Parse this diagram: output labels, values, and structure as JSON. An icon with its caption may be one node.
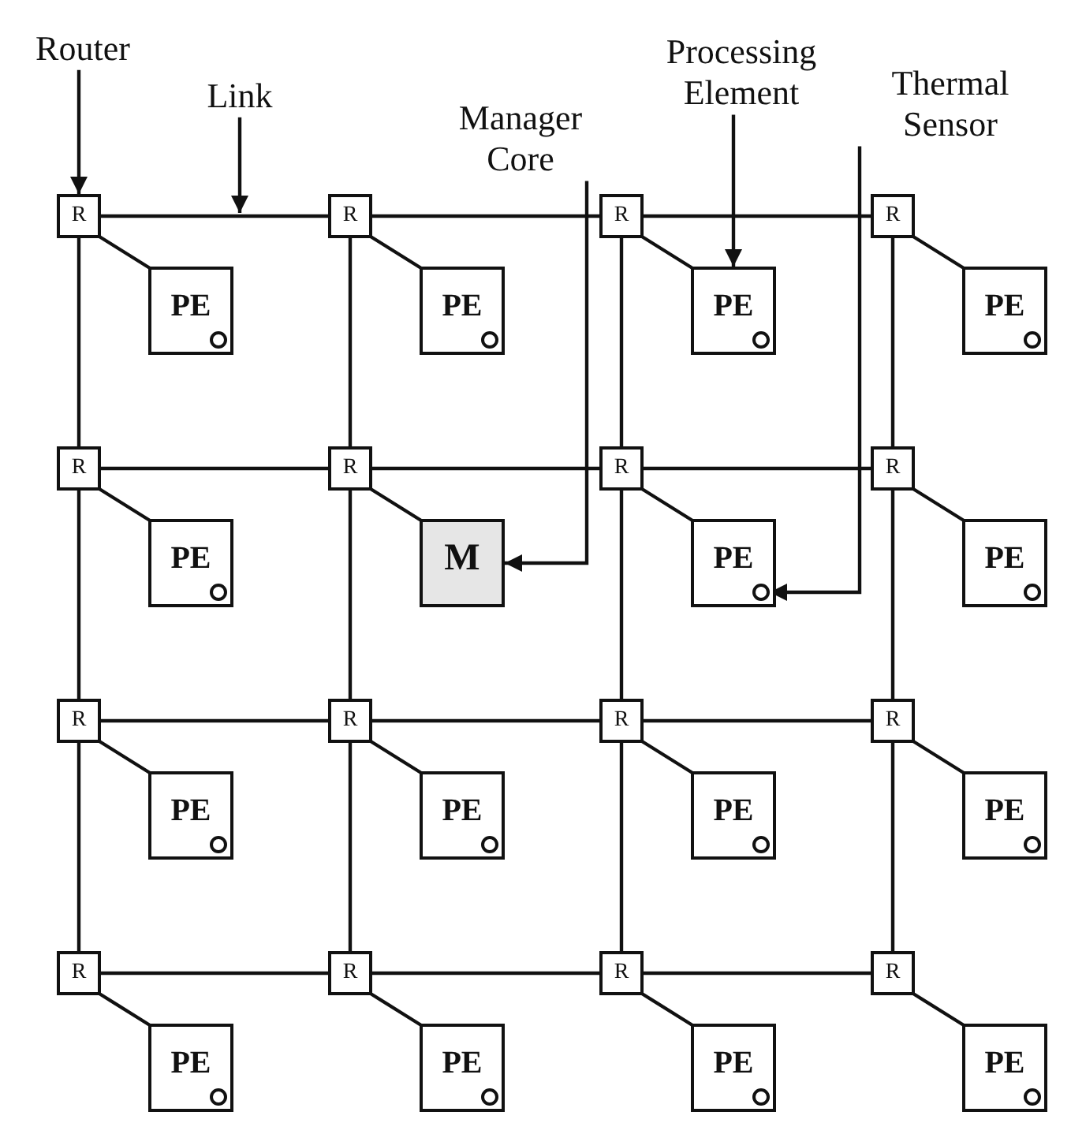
{
  "diagram": {
    "nodes": [
      {
        "text": [
          "Router"
        ]
      },
      {
        "text": [
          "Link"
        ]
      },
      {
        "text": [
          "Manager Core"
        ]
      },
      {
        "text": [
          "Processing Element"
        ]
      },
      {
        "text": [
          "Thermal Sensor"
        ]
      },
      {
        "text": [
          "R"
        ]
      },
      {
        "text": [
          "PE"
        ]
      },
      {
        "text": [],
        "shape": "circle",
        "in": 6
      },
      {
        "text": [
          "R"
        ]
      },
      {
        "text": [
          "PE"
        ]
      },
      {
        "text": [],
        "shape": "circle",
        "in": 9
      },
      {
        "text": [
          "R"
        ]
      },
      {
        "text": [
          "PE"
        ]
      },
      {
        "text": [],
        "shape": "circle",
        "in": 12
      },
      {
        "text": [
          "R"
        ]
      },
      {
        "text": [
          "PE"
        ]
      },
      {
        "text": [],
        "shape": "circle",
        "in": 15
      },
      {
        "text": [
          "R"
        ]
      },
      {
        "text": [
          "PE"
        ]
      },
      {
        "text": [],
        "shape": "circle",
        "in": 18
      },
      {
        "text": [
          "R"
        ]
      },
      {
        "text": [
          "M"
        ]
      },
      {
        "text": [
          "R"
        ]
      },
      {
        "text": [
          "PE"
        ]
      },
      {
        "text": [],
        "shape": "circle",
        "in": 23
      },
      {
        "text": [
          "R"
        ]
      },
      {
        "text": [
          "PE"
        ]
      },
      {
        "text": [],
        "shape": "circle",
        "in": 26
      },
      {
        "text": [
          "R"
        ]
      },
      {
        "text": [
          "PE"
        ]
      },
      {
        "text": [],
        "shape": "circle",
        "in": 29
      },
      {
        "text": [
          "R"
        ]
      },
      {
        "text": [
          "PE"
        ]
      },
      {
        "text": [],
        "shape": "circle",
        "in": 32
      },
      {
        "text": [
          "R"
        ]
      },
      {
        "text": [
          "PE"
        ]
      },
      {
        "text": [],
        "shape": "circle",
        "in": 35
      },
      {
        "text": [
          "R"
        ]
      },
      {
        "text": [
          "PE"
        ]
      },
      {
        "text": [],
        "shape": "circle",
        "in": 38
      },
      {
        "text": [
          "R"
        ]
      },
      {
        "text": [
          "PE"
        ]
      },
      {
        "text": [],
        "shape": "circle",
        "in": 41
      },
      {
        "text": [
          "R"
        ]
      },
      {
        "text": [
          "PE"
        ]
      },
      {
        "text": [],
        "shape": "circle",
        "in": 44
      },
      {
        "text": [
          "R"
        ]
      },
      {
        "text": [
          "PE"
        ]
      },
      {
        "text": [],
        "shape": "circle",
        "in": 47
      },
      {
        "text": [
          "R"
        ]
      },
      {
        "text": [
          "PE"
        ]
      },
      {
        "text": [],
        "shape": "circle",
        "in": 50
      }
    ],
    "edges": [
      {
        "from": 0,
        "to": 5,
        "arrow": "to"
      },
      {
        "from": 1,
        "to": null,
        "arrow": "to"
      },
      {
        "from": 2,
        "to": 21,
        "arrow": "to"
      },
      {
        "from": 3,
        "to": 12,
        "arrow": "to"
      },
      {
        "from": 4,
        "to": 24,
        "arrow": "to"
      },
      {
        "from": 5,
        "to": 8,
        "arrow": "none"
      },
      {
        "from": 8,
        "to": 11,
        "arrow": "none"
      },
      {
        "from": 11,
        "to": 14,
        "arrow": "none"
      },
      {
        "from": 17,
        "to": 20,
        "arrow": "none"
      },
      {
        "from": 20,
        "to": 22,
        "arrow": "none"
      },
      {
        "from": 22,
        "to": 25,
        "arrow": "none"
      },
      {
        "from": 28,
        "to": 31,
        "arrow": "none"
      },
      {
        "from": 31,
        "to": 34,
        "arrow": "none"
      },
      {
        "from": 34,
        "to": 37,
        "arrow": "none"
      },
      {
        "from": 40,
        "to": 43,
        "arrow": "none"
      },
      {
        "from": 43,
        "to": 46,
        "arrow": "none"
      },
      {
        "from": 46,
        "to": 49,
        "arrow": "none"
      },
      {
        "from": 5,
        "to": 17,
        "arrow": "none"
      },
      {
        "from": 17,
        "to": 28,
        "arrow": "none"
      },
      {
        "from": 28,
        "to": 40,
        "arrow": "none"
      },
      {
        "from": 8,
        "to": 20,
        "arrow": "none"
      },
      {
        "from": 20,
        "to": 31,
        "arrow": "none"
      },
      {
        "from": 31,
        "to": 43,
        "arrow": "none"
      },
      {
        "from": 11,
        "to": 22,
        "arrow": "none"
      },
      {
        "from": 22,
        "to": 34,
        "arrow": "none"
      },
      {
        "from": 34,
        "to": 46,
        "arrow": "none"
      },
      {
        "from": 14,
        "to": 25,
        "arrow": "none"
      },
      {
        "from": 25,
        "to": 37,
        "arrow": "none"
      },
      {
        "from": 37,
        "to": 49,
        "arrow": "none"
      },
      {
        "from": 5,
        "to": 6,
        "arrow": "none"
      },
      {
        "from": 8,
        "to": 9,
        "arrow": "none"
      },
      {
        "from": 11,
        "to": 12,
        "arrow": "none"
      },
      {
        "from": 14,
        "to": 15,
        "arrow": "none"
      },
      {
        "from": 17,
        "to": 18,
        "arrow": "none"
      },
      {
        "from": 20,
        "to": 21,
        "arrow": "none"
      },
      {
        "from": 22,
        "to": 23,
        "arrow": "none"
      },
      {
        "from": 25,
        "to": 26,
        "arrow": "none"
      },
      {
        "from": 28,
        "to": 29,
        "arrow": "none"
      },
      {
        "from": 31,
        "to": 32,
        "arrow": "none"
      },
      {
        "from": 34,
        "to": 35,
        "arrow": "none"
      },
      {
        "from": 37,
        "to": 38,
        "arrow": "none"
      },
      {
        "from": 40,
        "to": 41,
        "arrow": "none"
      },
      {
        "from": 43,
        "to": 44,
        "arrow": "none"
      },
      {
        "from": 46,
        "to": 47,
        "arrow": "none"
      },
      {
        "from": 49,
        "to": 50,
        "arrow": "none"
      }
    ]
  }
}
